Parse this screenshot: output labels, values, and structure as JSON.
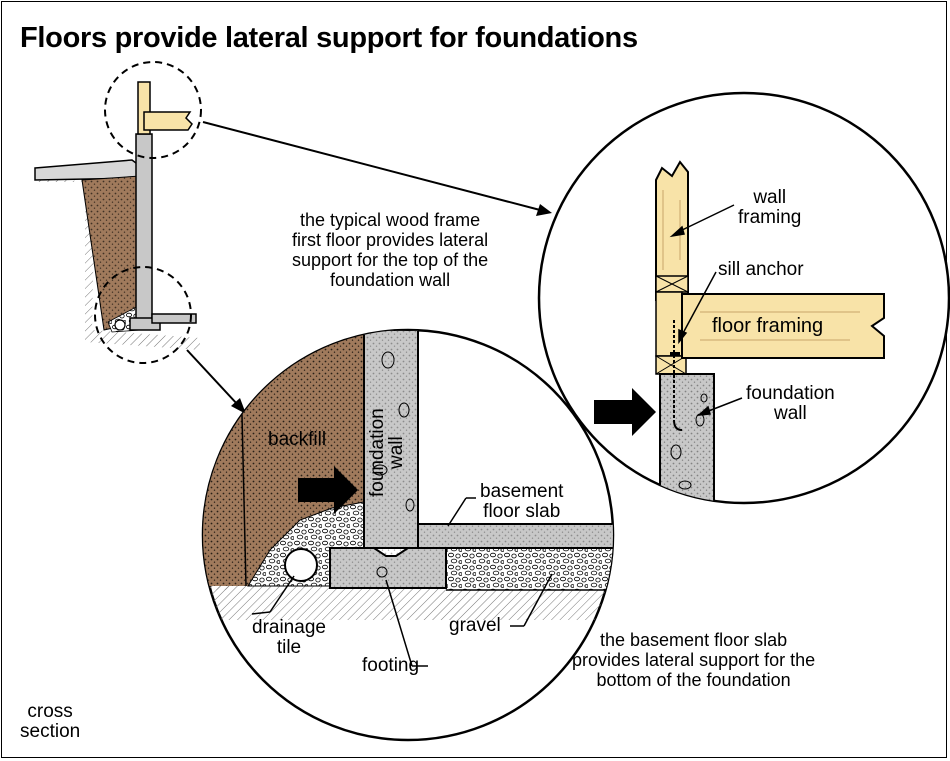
{
  "title": "Floors provide lateral support for foundations",
  "caption_top": [
    "the typical wood frame",
    "first floor provides lateral",
    "support for the top of the",
    "foundation wall"
  ],
  "caption_bottom": [
    "the basement floor slab",
    "provides lateral support for the",
    "bottom of the foundation"
  ],
  "cross_section": [
    "cross",
    "section"
  ],
  "labels": {
    "wall_framing": [
      "wall",
      "framing"
    ],
    "sill_anchor": "sill anchor",
    "floor_framing": "floor framing",
    "foundation_wall_right": [
      "foundation",
      "wall"
    ],
    "backfill": "backfill",
    "foundation_wall_vertical": [
      "foundation",
      "wall"
    ],
    "basement_floor_slab": [
      "basement",
      "floor slab"
    ],
    "drainage_tile": [
      "drainage",
      "tile"
    ],
    "gravel": "gravel",
    "footing": "footing"
  },
  "colors": {
    "backfill": "#a07a5c",
    "concrete": "#c8c8c8",
    "wood": "#f8e3a8",
    "arrow": "#000000",
    "outline": "#000000"
  }
}
